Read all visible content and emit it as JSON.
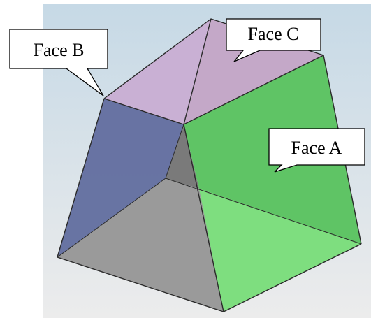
{
  "callouts": {
    "face_a": "Face A",
    "face_b": "Face B",
    "face_c": "Face C"
  },
  "colors": {
    "background_top": "#c6d9e6",
    "background_bottom": "#ececec",
    "face_a": "#5fc465",
    "face_b": "#646fa0",
    "face_c": "#c4a8c8",
    "face_top_left": "#c9b0d4",
    "face_bottom": "#9a9a9a",
    "face_inner": "#7a7a7a",
    "face_a_lower": "#84e384",
    "edge": "#2a2a2a"
  }
}
